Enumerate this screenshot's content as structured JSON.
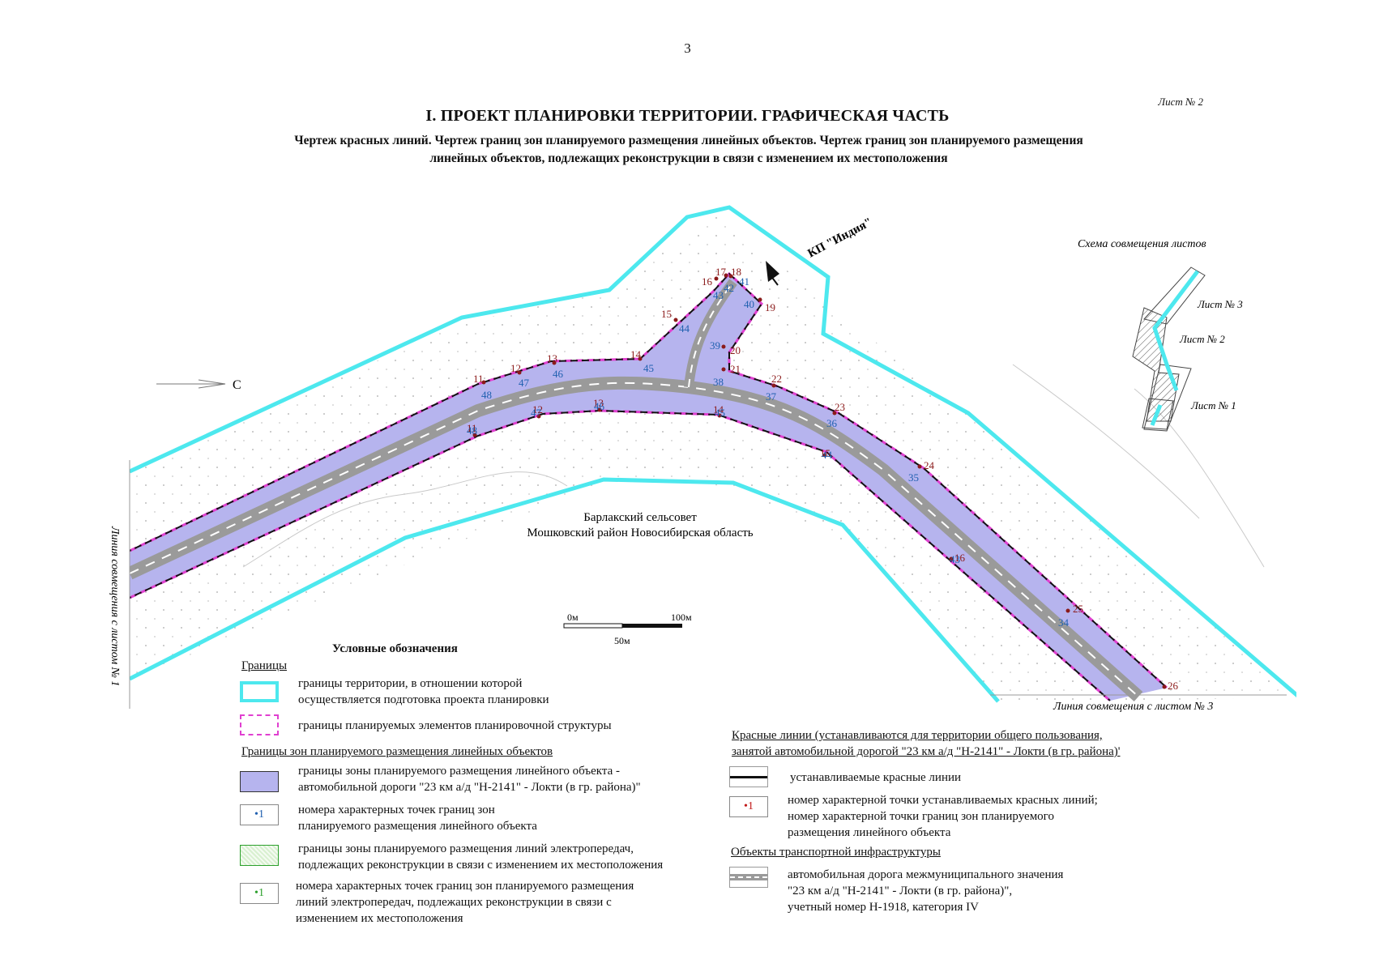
{
  "header": {
    "page_number": "3",
    "sheet_label": "Лист № 2",
    "title": "I. ПРОЕКТ ПЛАНИРОВКИ ТЕРРИТОРИИ. ГРАФИЧЕСКАЯ ЧАСТЬ",
    "subtitle_line1": "Чертеж красных линий. Чертеж границ зон планируемого размещения линейных объектов. Чертеж границ зон планируемого размещения",
    "subtitle_line2": "линейных объектов, подлежащих реконструкции в связи с изменением их местоположения"
  },
  "map": {
    "checkpoint_label": "КП \"Индия\"",
    "north_label": "С",
    "area_line1": "Барлакский сельсовет",
    "area_line2": "Мошковский район Новосибирская область",
    "left_match_line": "Линия совмещения с листом № 1",
    "bottom_match_line": "Линия совмещения с листом № 3",
    "scale": {
      "left": "0м",
      "right": "100м",
      "middle": "50м"
    },
    "red_points": [
      "11",
      "12",
      "13",
      "14",
      "15",
      "16",
      "17",
      "18",
      "19",
      "20",
      "21",
      "22",
      "23",
      "24",
      "25",
      "26",
      "11",
      "12",
      "13",
      "14",
      "15",
      "16"
    ],
    "blue_points": [
      "48",
      "47",
      "46",
      "45",
      "44",
      "43",
      "42",
      "41",
      "40",
      "39",
      "38",
      "37",
      "36",
      "35",
      "34",
      "48",
      "47",
      "46",
      "45",
      "44",
      "43"
    ],
    "colors": {
      "territory": "#4de8ee",
      "zone_fill": "#b6b4ee",
      "red_lines": "#111111",
      "structure": "#e040d0",
      "road": "#9a9a9a",
      "red_point": "#8b1a1a",
      "blue_point": "#2060b0"
    }
  },
  "inset": {
    "title": "Схема совмещения листов",
    "sheet3": "Лист № 3",
    "sheet2": "Лист № 2",
    "sheet1": "Лист № 1"
  },
  "legend": {
    "heading": "Условные обозначения",
    "group_boundaries": "Границы",
    "territory_line1": "границы территории, в отношении которой",
    "territory_line2": "осуществляется подготовка проекта планировки",
    "structure": "границы планируемых элементов планировочной структуры",
    "group_zones": "Границы зон планируемого размещения линейных объектов",
    "zone_line1": "границы зоны планируемого размещения линейного объекта -",
    "zone_line2": "автомобильной дороги \"23 км а/д \"Н-2141\" - Локти (в гр. района)\"",
    "blue_point_sample": "•1",
    "blue_points_line1": "номера характерных точек границ зон",
    "blue_points_line2": "планируемого размещения линейного объекта",
    "power_line1": "границы зоны планируемого размещения линий электропередач,",
    "power_line2": "подлежащих реконструкции в связи с изменением их местоположения",
    "green_point_sample": "•1",
    "green_points_line1": "номера характерных точек границ зон планируемого размещения",
    "green_points_line2": "линий электропередач, подлежащих реконструкции в связи с",
    "green_points_line3": "изменением их местоположения",
    "group_red_line1": "Красные линии (устанавливаются для территории общего пользования,",
    "group_red_line2": "занятой автомобильной дорогой \"23 км а/д \"Н-2141\" - Локти (в гр. района)'",
    "red_lines": "устанавливаемые красные линии",
    "red_point_sample": "•1",
    "red_point_line1": "номер характерной точки устанавливаемых красных линий;",
    "red_point_line2": "номер характерной точки границ зон планируемого",
    "red_point_line3": "размещения линейного объекта",
    "group_transport": "Объекты транспортной инфраструктуры",
    "road_line1": "автомобильная дорога межмуниципального значения",
    "road_line2": "\"23 км а/д \"Н-2141\" - Локти (в гр. района)\",",
    "road_line3": "учетный номер Н-1918, категория IV"
  }
}
